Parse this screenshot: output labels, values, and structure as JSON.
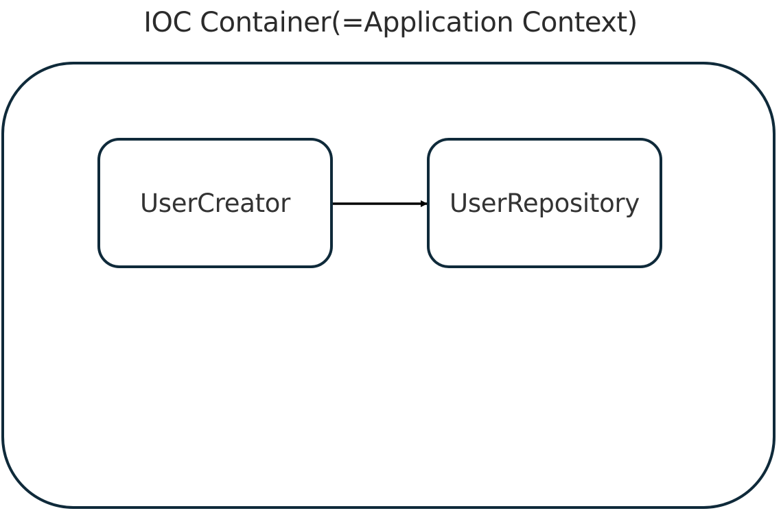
{
  "title": "IOC Container(=Application Context)",
  "nodes": [
    {
      "id": "user-creator",
      "label": "UserCreator"
    },
    {
      "id": "user-repository",
      "label": "UserRepository"
    }
  ],
  "edges": [
    {
      "from": "user-creator",
      "to": "user-repository"
    }
  ],
  "colors": {
    "border": "#0f2a3a",
    "text": "#333333",
    "arrow": "#000000"
  }
}
